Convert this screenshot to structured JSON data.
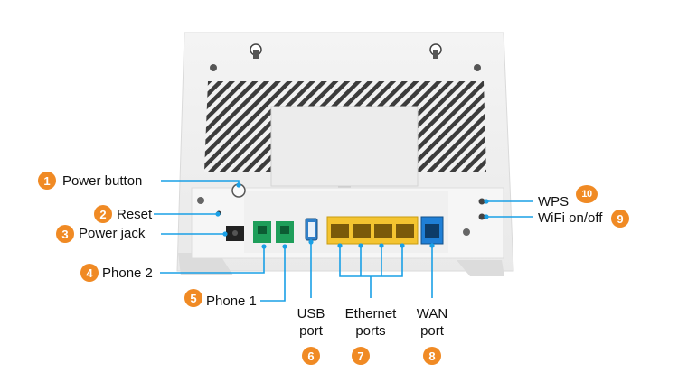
{
  "colors": {
    "callout_line": "#1aa0e6",
    "badge": "#f08a24",
    "phone_port": "#1e9e5a",
    "ethernet_port": "#f4c430",
    "wan_port": "#1f7fd6",
    "usb_port": "#2f7fc8"
  },
  "callouts": [
    {
      "num": "1",
      "label": "Power button"
    },
    {
      "num": "2",
      "label": "Reset"
    },
    {
      "num": "3",
      "label": "Power jack"
    },
    {
      "num": "4",
      "label": "Phone 2"
    },
    {
      "num": "5",
      "label": "Phone 1"
    },
    {
      "num": "6",
      "label_line1": "USB",
      "label_line2": "port"
    },
    {
      "num": "7",
      "label_line1": "Ethernet",
      "label_line2": "ports"
    },
    {
      "num": "8",
      "label_line1": "WAN",
      "label_line2": "port"
    },
    {
      "num": "9",
      "label": "WiFi on/off"
    },
    {
      "num": "10",
      "label": "WPS"
    }
  ]
}
